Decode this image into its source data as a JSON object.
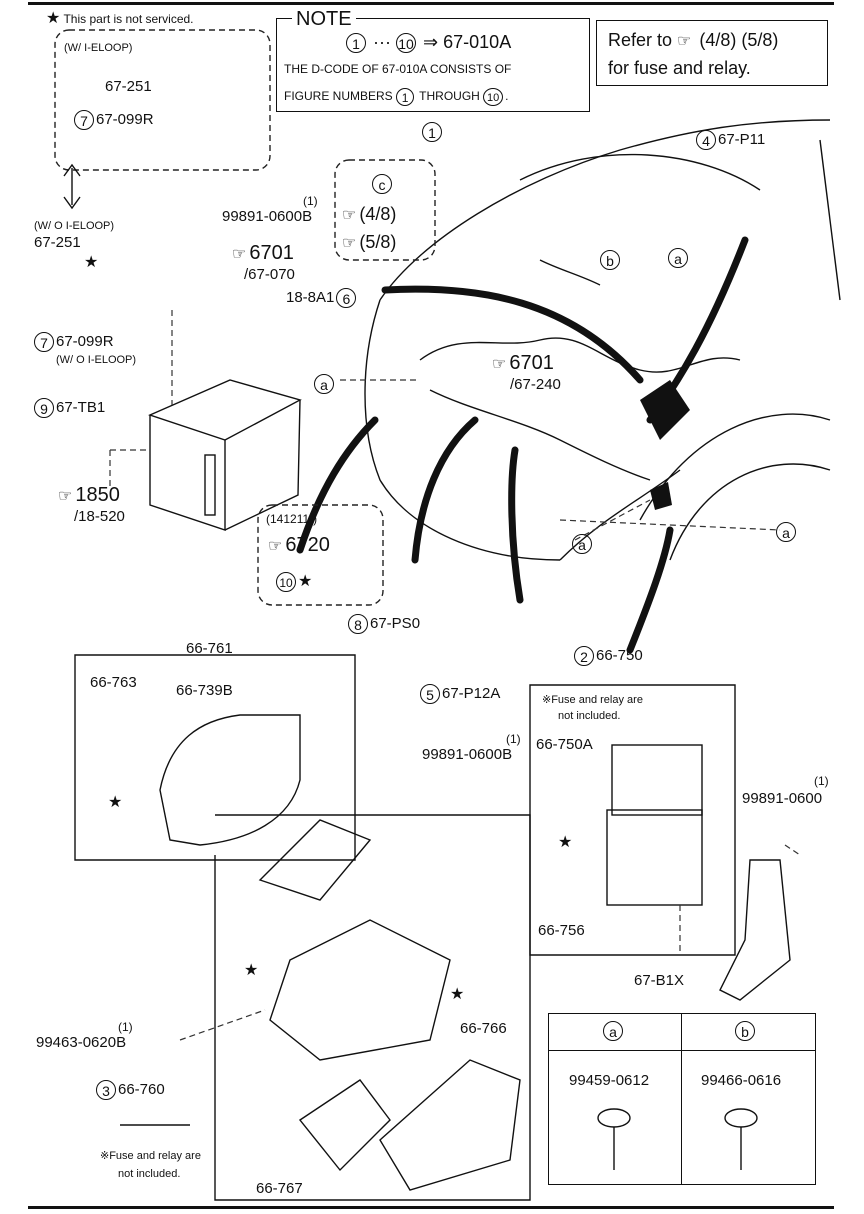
{
  "legend_star": "This part is not serviced.",
  "note": {
    "title": "NOTE",
    "range_from": "1",
    "range_dots": "···",
    "range_to": "10",
    "range_arrow": "⇒",
    "range_code": "67-010A",
    "line2": "THE D-CODE OF 67-010A CONSISTS OF",
    "line3_a": "FIGURE NUMBERS",
    "line3_n1": "1",
    "line3_b": "THROUGH",
    "line3_n2": "10",
    "line3_end": "."
  },
  "refer": {
    "line1": "Refer to",
    "pages": "(4/8) (5/8)",
    "line2": "for fuse and relay."
  },
  "wi_eloop_top": "(W/ I-ELOOP)",
  "wo_eloop": "(W/ O I-ELOOP)",
  "wo_eloop2": "(W/ O I-ELOOP)",
  "parts": {
    "p67_251_a": "67-251",
    "p67_099R_a_n": "7",
    "p67_099R_a": "67-099R",
    "p67_251_b": "67-251",
    "p99891_top_q": "(1)",
    "p99891_top": "99891-0600B",
    "ref6701_a": "6701",
    "ref6701_a_sub": "/67-070",
    "p18_8A1": "18-8A1",
    "p18_8A1_n": "6",
    "p67_099R_b_n": "7",
    "p67_099R_b": "67-099R",
    "p67_TB1_n": "9",
    "p67_TB1": "67-TB1",
    "ref1850": "1850",
    "ref1850_sub": "/18-520",
    "callout1": "1",
    "callout_c": "c",
    "c_ref1": "(4/8)",
    "c_ref2": "(5/8)",
    "p67_P11_n": "4",
    "p67_P11": "67-P11",
    "cb": "b",
    "ca1": "a",
    "ca2": "a",
    "ca3": "a",
    "ca4": "a",
    "ref6701_b": "6701",
    "ref6701_b_sub": "/67-240",
    "date_code": "(141211-)",
    "ref6720": "6720",
    "p10_n": "10",
    "p67_PS0_n": "8",
    "p67_PS0": "67-PS0",
    "p67_P12A_n": "5",
    "p67_P12A": "67-P12A",
    "p66_750_n": "2",
    "p66_750": "66-750",
    "fuse_note_r1": "※Fuse and relay are",
    "fuse_note_r2": "not included.",
    "p66_750A": "66-750A",
    "p66_756": "66-756",
    "p99891_right_q": "(1)",
    "p99891_right": "99891-0600",
    "p67_B1X": "67-B1X",
    "p66_761": "66-761",
    "p66_763": "66-763",
    "p66_739B": "66-739B",
    "p99891_mid_q": "(1)",
    "p99891_mid": "99891-0600B",
    "p99463_q": "(1)",
    "p99463": "99463-0620B",
    "p66_760_n": "3",
    "p66_760": "66-760",
    "p66_766": "66-766",
    "p66_767": "66-767",
    "fuse_note_l1": "※Fuse and relay are",
    "fuse_note_l2": "not included."
  },
  "table": {
    "col_a": "a",
    "col_b": "b",
    "val_a": "99459-0612",
    "val_b": "99466-0616"
  }
}
